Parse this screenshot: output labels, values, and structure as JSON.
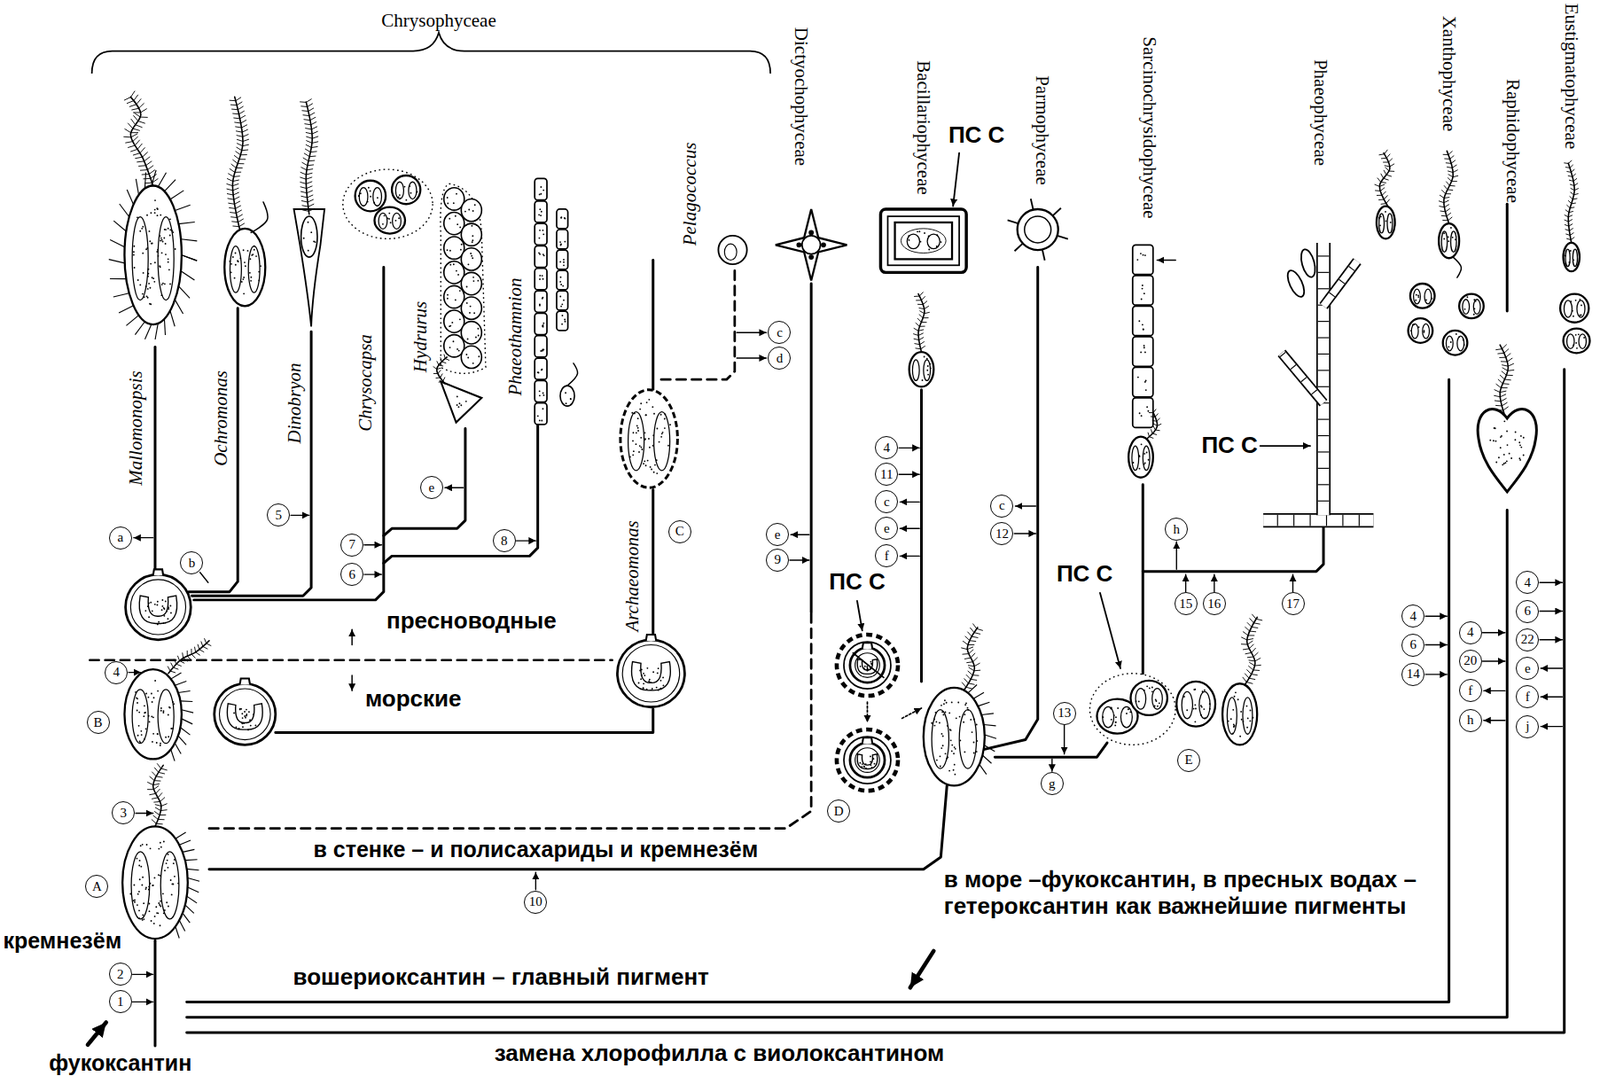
{
  "diagram": {
    "nodes": [
      {
        "text": [
          "a"
        ]
      },
      {
        "text": [
          "b"
        ]
      },
      {
        "text": [
          "5"
        ]
      },
      {
        "text": [
          "e"
        ]
      },
      {
        "text": [
          "7"
        ]
      },
      {
        "text": [
          "6"
        ]
      },
      {
        "text": [
          "8"
        ]
      },
      {
        "text": [
          "C"
        ]
      },
      {
        "text": [
          "c"
        ]
      },
      {
        "text": [
          "d"
        ]
      },
      {
        "text": [
          "4"
        ]
      },
      {
        "text": [
          "B"
        ]
      },
      {
        "text": [
          "3"
        ]
      },
      {
        "text": [
          "A"
        ]
      },
      {
        "text": [
          "2"
        ]
      },
      {
        "text": [
          "1"
        ]
      },
      {
        "text": [
          "10"
        ]
      },
      {
        "text": [
          "e"
        ]
      },
      {
        "text": [
          "9"
        ]
      },
      {
        "text": [
          "4"
        ]
      },
      {
        "text": [
          "11"
        ]
      },
      {
        "text": [
          "c"
        ]
      },
      {
        "text": [
          "e"
        ]
      },
      {
        "text": [
          "f"
        ]
      },
      {
        "text": [
          "c"
        ]
      },
      {
        "text": [
          "12"
        ]
      },
      {
        "text": [
          "D"
        ]
      },
      {
        "text": [
          "13"
        ]
      },
      {
        "text": [
          "g"
        ]
      },
      {
        "text": [
          "E"
        ]
      },
      {
        "text": [
          "h"
        ]
      },
      {
        "text": [
          "15"
        ]
      },
      {
        "text": [
          "16"
        ]
      },
      {
        "text": [
          "17"
        ]
      },
      {
        "text": [
          "4"
        ]
      },
      {
        "text": [
          "6"
        ]
      },
      {
        "text": [
          "14"
        ]
      },
      {
        "text": [
          "4"
        ]
      },
      {
        "text": [
          "20"
        ]
      },
      {
        "text": [
          "f"
        ]
      },
      {
        "text": [
          "h"
        ]
      },
      {
        "text": [
          "4"
        ]
      },
      {
        "text": [
          "6"
        ]
      },
      {
        "text": [
          "22"
        ]
      },
      {
        "text": [
          "e"
        ]
      },
      {
        "text": [
          "f"
        ]
      },
      {
        "text": [
          "j"
        ]
      }
    ],
    "labels": [
      "Chrysophyceae",
      "Mallomonopsis",
      "Ochromonas",
      "Dinobryon",
      "Chrysocapsa",
      "Hydrurus",
      "Phaeothamnion",
      "Archaeomonas",
      "Pelagococcus",
      "Dictyochophyceae",
      "Bacillariophyceae",
      "ПС С",
      "Parmophyceae",
      "Sarcinochrysidophyceae",
      "Phaeophyceae",
      "ПС С",
      "Xanthophyceae",
      "Raphidophyceae",
      "Eustigmatophyceae",
      "ПС С",
      "ПС С",
      "пресноводные",
      "морские",
      "в стенке – и полисахариды и кремнезём",
      "кремнезём",
      "вошериоксантин – главный пигмент",
      "в море –фукоксантин, в пресных водах – гетероксантин как важнейшие пигменты",
      "замена хлорофилла c виолоксантином",
      "фукоксантин"
    ]
  }
}
